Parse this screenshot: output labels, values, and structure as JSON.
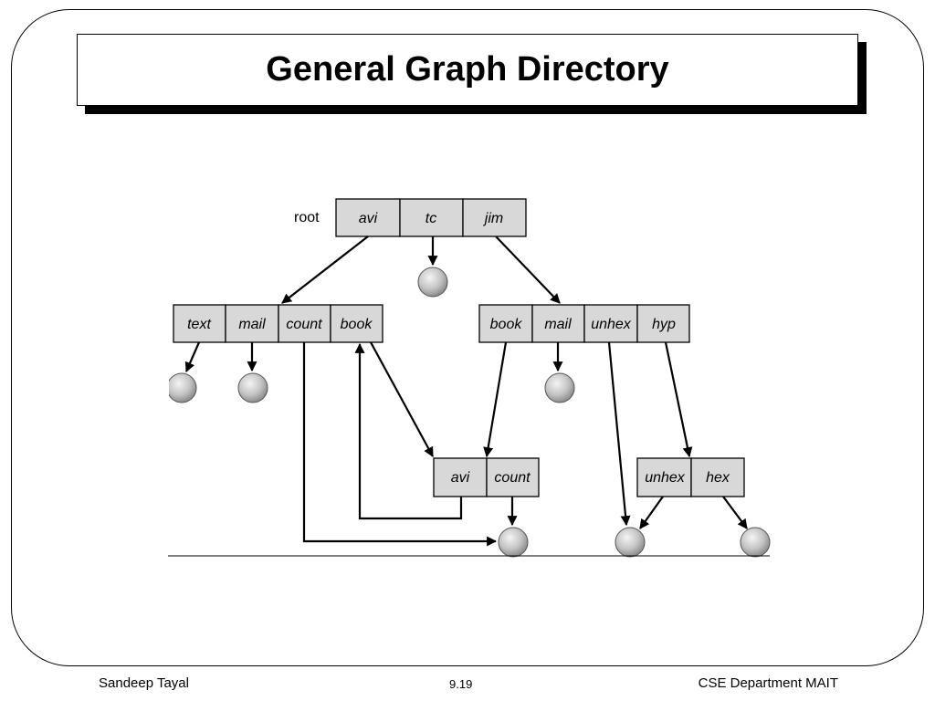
{
  "slide": {
    "title": "General Graph Directory",
    "footer_left": "Sandeep Tayal",
    "footer_center": "9.19",
    "footer_right": "CSE Department MAIT"
  },
  "diagram": {
    "root_label": "root",
    "root_dir": [
      "avi",
      "tc",
      "jim"
    ],
    "avi_dir": [
      "text",
      "mail",
      "count",
      "book"
    ],
    "jim_dir": [
      "book",
      "mail",
      "unhex",
      "hyp"
    ],
    "book_dir": [
      "avi",
      "count"
    ],
    "hyp_dir": [
      "unhex",
      "hex"
    ]
  }
}
